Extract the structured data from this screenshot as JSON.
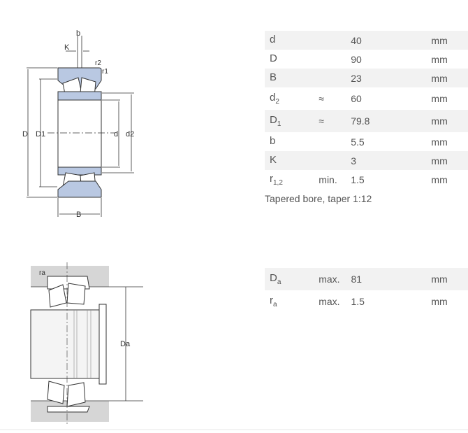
{
  "drawing_labels": {
    "b": "b",
    "K": "K",
    "r2": "r2",
    "r1": "r1",
    "D": "D",
    "D1": "D1",
    "d": "d",
    "d2": "d2",
    "B": "B",
    "ra": "ra",
    "Da": "Da"
  },
  "dimensions": [
    {
      "sym": "d",
      "sub": "",
      "qual": "",
      "value": "40",
      "unit": "mm"
    },
    {
      "sym": "D",
      "sub": "",
      "qual": "",
      "value": "90",
      "unit": "mm"
    },
    {
      "sym": "B",
      "sub": "",
      "qual": "",
      "value": "23",
      "unit": "mm"
    },
    {
      "sym": "d",
      "sub": "2",
      "qual": "≈",
      "value": "60",
      "unit": "mm"
    },
    {
      "sym": "D",
      "sub": "1",
      "qual": "≈",
      "value": "79.8",
      "unit": "mm"
    },
    {
      "sym": "b",
      "sub": "",
      "qual": "",
      "value": "5.5",
      "unit": "mm"
    },
    {
      "sym": "K",
      "sub": "",
      "qual": "",
      "value": "3",
      "unit": "mm"
    },
    {
      "sym": "r",
      "sub": "1,2",
      "qual": "min.",
      "value": "1.5",
      "unit": "mm"
    }
  ],
  "note": "Tapered bore, taper 1:12",
  "abutment": [
    {
      "sym": "D",
      "sub": "a",
      "qual": "max.",
      "value": "81",
      "unit": "mm"
    },
    {
      "sym": "r",
      "sub": "a",
      "qual": "max.",
      "value": "1.5",
      "unit": "mm"
    }
  ],
  "colors": {
    "bearing_fill": "#b9c8e2",
    "housing_fill": "#d6d6d6",
    "row_shade": "#f2f2f2",
    "line": "#333333"
  }
}
